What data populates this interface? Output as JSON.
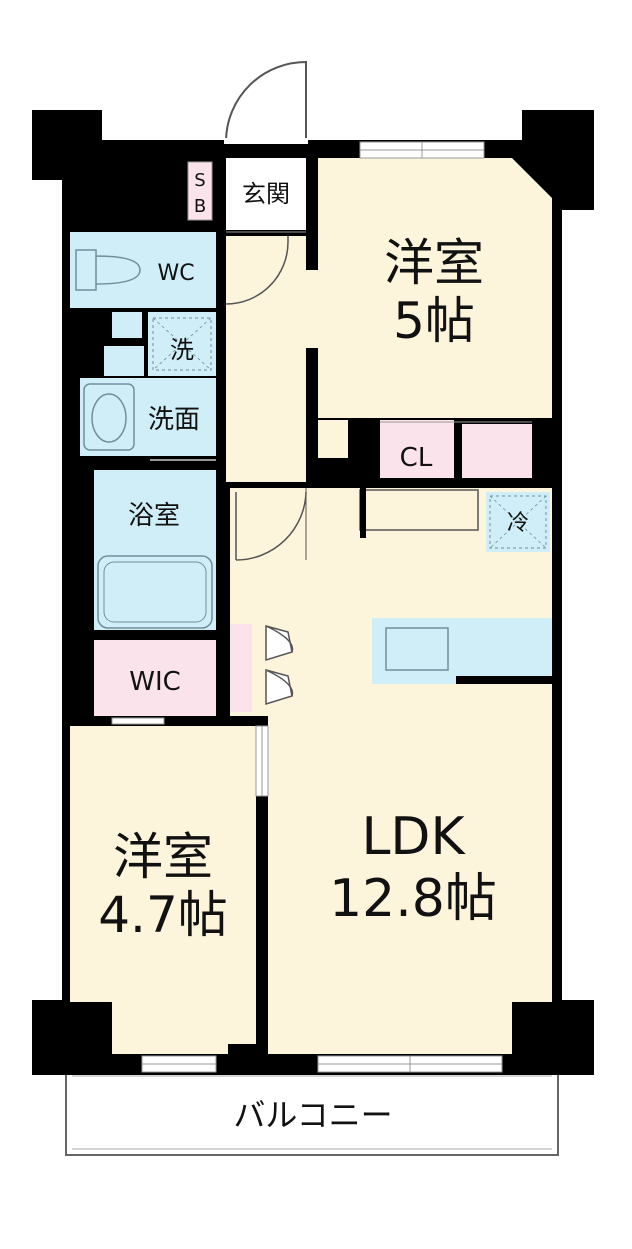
{
  "colors": {
    "wall": "#000000",
    "room_cream": "#fdf4dc",
    "water_blue": "#cfeef8",
    "storage_pink": "#fbe3ec",
    "fixture_outline": "#6f8f9c"
  },
  "rooms": {
    "entrance": {
      "label": "玄関"
    },
    "shoebox": {
      "label_s": "S",
      "label_b": "B"
    },
    "wc": {
      "label": "WC"
    },
    "washer": {
      "label": "洗"
    },
    "washroom": {
      "label": "洗面"
    },
    "bath": {
      "label": "浴室"
    },
    "wic": {
      "label": "WIC"
    },
    "bedroom_top": {
      "label": "洋室",
      "size": "5帖"
    },
    "closet": {
      "label": "CL"
    },
    "fridge": {
      "label": "冷"
    },
    "ldk": {
      "label": "LDK",
      "size": "12.8帖"
    },
    "bedroom_bottom": {
      "label": "洋室",
      "size": "4.7帖"
    },
    "balcony": {
      "label": "バルコニー"
    }
  }
}
